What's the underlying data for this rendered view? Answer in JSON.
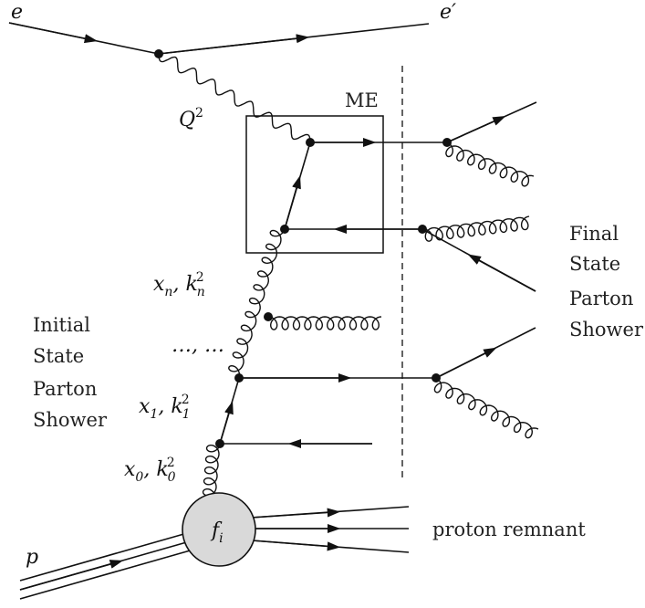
{
  "labels": {
    "electron_in": "e",
    "electron_out": "e",
    "electron_out_prime": "′",
    "virtuality": "Q",
    "virtuality_power": "2",
    "matrix_element": "ME",
    "final_state": [
      "Final",
      "State",
      "Parton",
      "Shower"
    ],
    "initial_state": [
      "Initial",
      "State",
      "Parton",
      "Shower"
    ],
    "xn": "x",
    "xn_sub": "n",
    "kn": "k",
    "kn_sub": "n",
    "kn_sup": "2",
    "ellipsis": "…, …",
    "x1": "x",
    "x1_sub": "1",
    "k1": "k",
    "k1_sub": "1",
    "k1_sup": "2",
    "x0": "x",
    "x0_sub": "0",
    "k0": "k",
    "k0_sub": "0",
    "k0_sup": "2",
    "pdf": "f",
    "pdf_sub": "i",
    "proton": "p",
    "remnant": "proton remnant"
  },
  "colors": {
    "ink": "#111111",
    "pdf_fill": "#d9d9d9"
  }
}
